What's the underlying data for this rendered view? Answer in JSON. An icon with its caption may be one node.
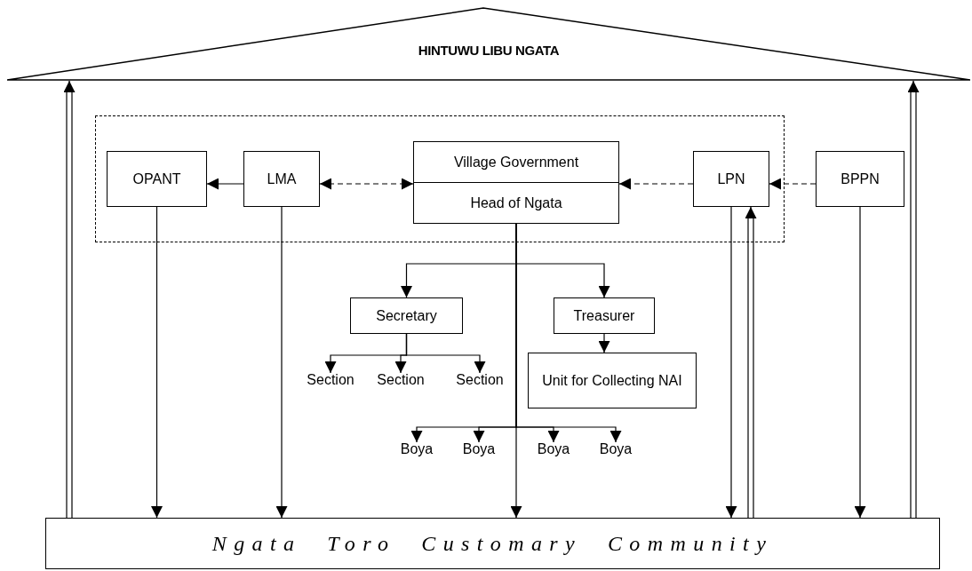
{
  "diagram": {
    "nodes": [
      {
        "text": [
          "HINTUWU LIBU NGATA"
        ]
      },
      {
        "text": [],
        "shape": "box"
      },
      {
        "text": [
          "OPANT"
        ],
        "in": 1
      },
      {
        "text": [
          "LMA"
        ],
        "in": 1
      },
      {
        "text": [
          "Village Government",
          "Head of Ngata"
        ],
        "in": 1
      },
      {
        "text": [
          "LPN"
        ],
        "in": 1
      },
      {
        "text": [
          "BPPN"
        ]
      },
      {
        "text": [
          "Secretary"
        ]
      },
      {
        "text": [
          "Treasurer"
        ]
      },
      {
        "text": [
          "Section"
        ]
      },
      {
        "text": [
          "Section"
        ]
      },
      {
        "text": [
          "Section"
        ]
      },
      {
        "text": [
          "Unit for Collecting NAI"
        ]
      },
      {
        "text": [
          "Boya"
        ]
      },
      {
        "text": [
          "Boya"
        ]
      },
      {
        "text": [
          "Boya"
        ]
      },
      {
        "text": [
          "Boya"
        ]
      },
      {
        "text": [
          "Ngata Toro Customary Community"
        ]
      }
    ],
    "edges": [
      {
        "from": 3,
        "to": 2,
        "arrow": "to"
      },
      {
        "from": 3,
        "to": 4,
        "arrow": "both",
        "style": "dashed"
      },
      {
        "from": 5,
        "to": 4,
        "arrow": "to",
        "style": "dashed"
      },
      {
        "from": 6,
        "to": 5,
        "arrow": "to",
        "style": "dashed"
      },
      {
        "from": 4,
        "to": 7,
        "arrow": "to"
      },
      {
        "from": 4,
        "to": 8,
        "arrow": "to"
      },
      {
        "from": 7,
        "to": 9,
        "arrow": "to"
      },
      {
        "from": 7,
        "to": 10,
        "arrow": "to"
      },
      {
        "from": 7,
        "to": 11,
        "arrow": "to"
      },
      {
        "from": 8,
        "to": 12,
        "arrow": "to"
      },
      {
        "from": 4,
        "to": 13,
        "arrow": "to"
      },
      {
        "from": 4,
        "to": 14,
        "arrow": "to"
      },
      {
        "from": 4,
        "to": 15,
        "arrow": "to"
      },
      {
        "from": 4,
        "to": 16,
        "arrow": "to"
      },
      {
        "from": 2,
        "to": 17,
        "arrow": "to"
      },
      {
        "from": 3,
        "to": 17,
        "arrow": "to"
      },
      {
        "from": 4,
        "to": 17,
        "arrow": "to"
      },
      {
        "from": 5,
        "to": 17,
        "arrow": "to"
      },
      {
        "from": 6,
        "to": 17,
        "arrow": "to"
      },
      {
        "from": 17,
        "to": 0,
        "arrow": "to"
      },
      {
        "from": 17,
        "to": 0,
        "arrow": "to"
      },
      {
        "from": 17,
        "to": 5,
        "arrow": "to"
      }
    ]
  }
}
